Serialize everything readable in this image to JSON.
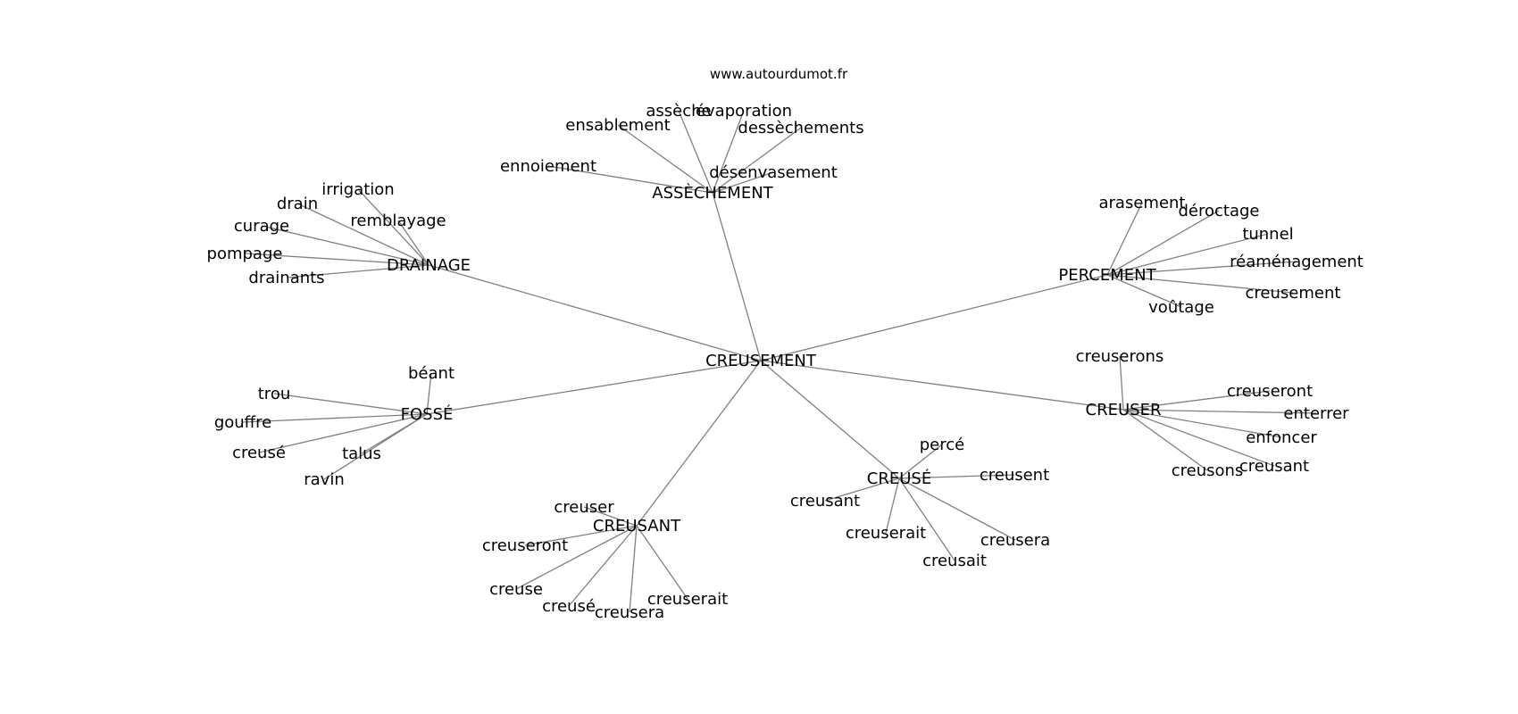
{
  "credit": "www.autourdumot.fr",
  "center": "CREUSEMENT",
  "clusters": [
    {
      "hub": "ASSÈCHEMENT",
      "words": [
        "assèche",
        "évaporation",
        "ensablement",
        "dessèchements",
        "ennoiement",
        "désenvasement"
      ]
    },
    {
      "hub": "DRAINAGE",
      "words": [
        "irrigation",
        "drain",
        "remblayage",
        "curage",
        "pompage",
        "drainants"
      ]
    },
    {
      "hub": "PERCEMENT",
      "words": [
        "arasement",
        "déroctage",
        "tunnel",
        "réaménagement",
        "creusement",
        "voûtage"
      ]
    },
    {
      "hub": "FOSSÉ",
      "words": [
        "béant",
        "trou",
        "gouffre",
        "creusé",
        "talus",
        "ravin"
      ]
    },
    {
      "hub": "CREUSER",
      "words": [
        "creuserons",
        "creuseront",
        "enterrer",
        "enfoncer",
        "creusons",
        "creusant"
      ]
    },
    {
      "hub": "CREUSÉ",
      "words": [
        "percé",
        "creusent",
        "creusant",
        "creuserait",
        "creusera",
        "creusait"
      ]
    },
    {
      "hub": "CREUSANT",
      "words": [
        "creuser",
        "creuseront",
        "creuse",
        "creusé",
        "creusera",
        "creuserait"
      ]
    }
  ]
}
